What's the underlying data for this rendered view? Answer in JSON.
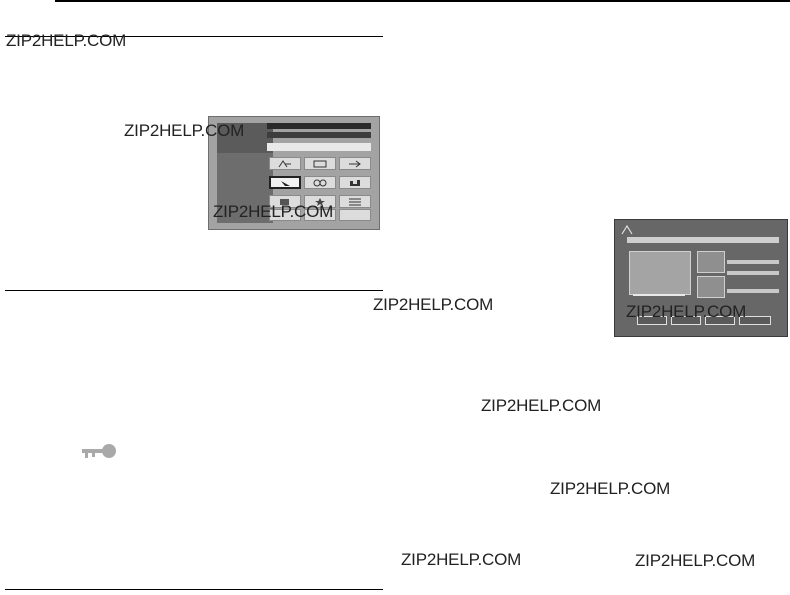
{
  "watermark": "ZIP2HELP.COM",
  "screen_menu": {
    "title": "Screenshot of grid menu",
    "icons": [
      "grid-icon-1",
      "grid-icon-2",
      "grid-icon-3",
      "grid-icon-4",
      "grid-icon-5",
      "grid-icon-6",
      "grid-icon-7",
      "grid-icon-8",
      "grid-icon-9"
    ]
  },
  "screen_dialog": {
    "title": "Screenshot of dialog"
  },
  "note_icon": "key-icon"
}
